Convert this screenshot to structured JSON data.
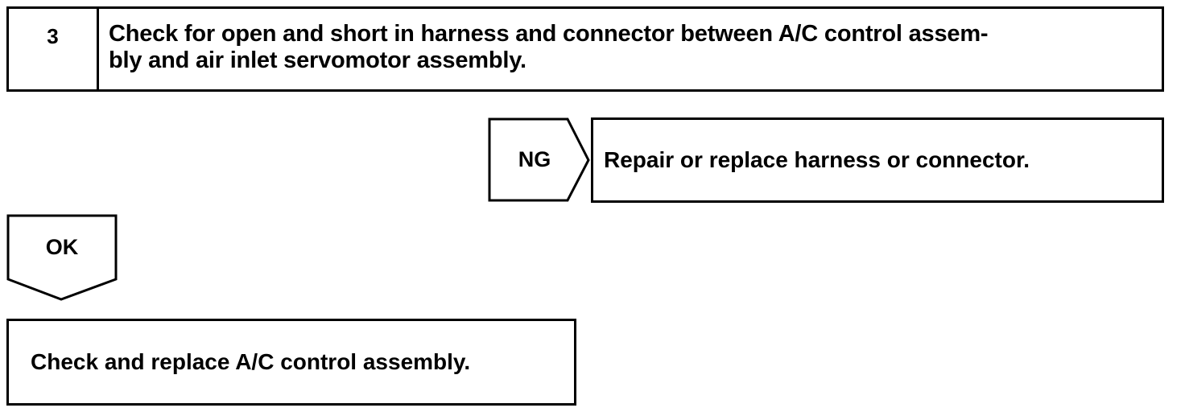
{
  "step": {
    "number": "3",
    "text_line1": "Check for open and short in harness and connector between A/C control assem-",
    "text_line2": "bly and air inlet servomotor assembly."
  },
  "ng": {
    "label": "NG",
    "action": "Repair or replace harness or connector."
  },
  "ok": {
    "label": "OK",
    "action": "Check and replace A/C control assembly."
  }
}
